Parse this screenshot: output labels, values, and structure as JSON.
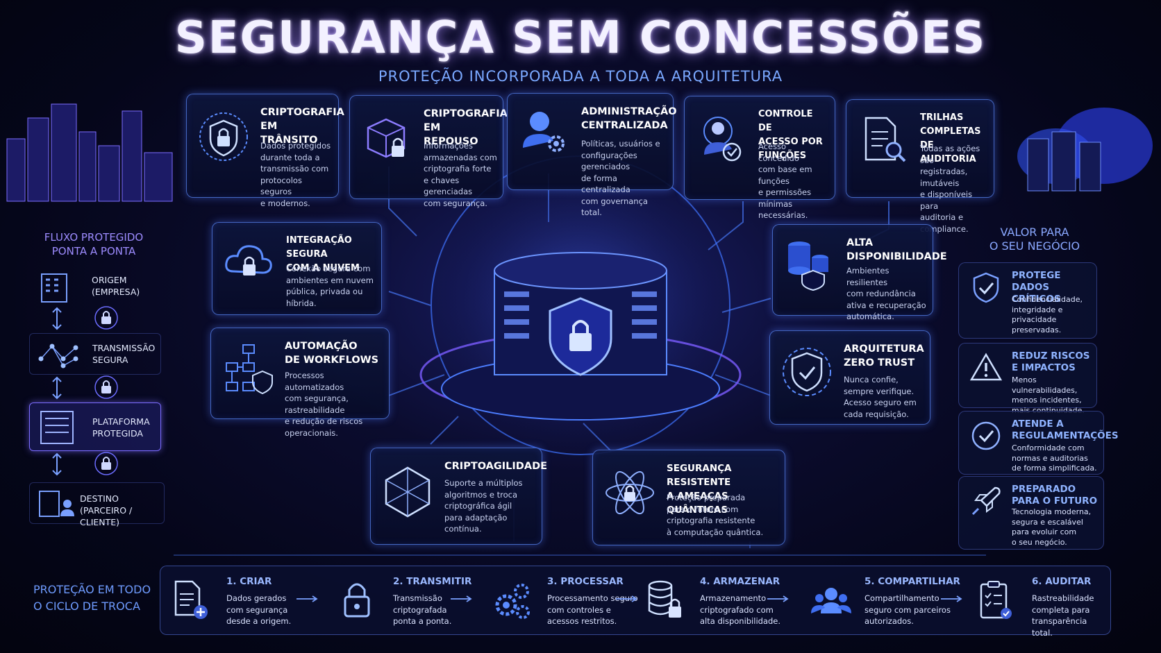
{
  "header": {
    "title": "SEGURANÇA SEM CONCESSÕES",
    "subtitle": "PROTEÇÃO INCORPORADA A TODA A ARQUITETURA"
  },
  "cards": {
    "transito": {
      "title_l1": "CRIPTOGRAFIA",
      "title_l2": "EM TRÂNSITO",
      "d1": "Dados protegidos",
      "d2": "durante toda a",
      "d3": "transmissão com",
      "d4": "protocolos seguros",
      "d5": "e modernos."
    },
    "repouso": {
      "title_l1": "CRIPTOGRAFIA",
      "title_l2": "EM REPOUSO",
      "d1": "Informações",
      "d2": "armazenadas com",
      "d3": "criptografia forte",
      "d4": "e chaves gerenciadas",
      "d5": "com segurança."
    },
    "admin": {
      "title_l1": "ADMINISTRAÇÃO",
      "title_l2": "CENTRALIZADA",
      "d1": "Políticas, usuários e",
      "d2": "configurações gerenciados",
      "d3": "de forma centralizada",
      "d4": "com governança total."
    },
    "rbac": {
      "title_l1": "CONTROLE DE",
      "title_l2": "ACESSO POR FUNÇÕES",
      "d1": "Acesso concedido",
      "d2": "com base em funções",
      "d3": "e permissões mínimas",
      "d4": "necessárias."
    },
    "audit": {
      "title_l1": "TRILHAS COMPLETAS",
      "title_l2": "DE AUDITORIA",
      "d1": "Todas as ações são",
      "d2": "registradas, imutáveis",
      "d3": "e disponíveis para",
      "d4": "auditoria e compliance."
    },
    "nuvem": {
      "title_l1": "INTEGRAÇÃO SEGURA",
      "title_l2": "COM A NUVEM",
      "d1": "Conexão segura com",
      "d2": "ambientes em nuvem",
      "d3": "pública, privada ou",
      "d4": "híbrida."
    },
    "automacao": {
      "title_l1": "AUTOMAÇÃO",
      "title_l2": "DE WORKFLOWS",
      "d1": "Processos automatizados",
      "d2": "com segurança, rastreabilidade",
      "d3": "e redução de riscos",
      "d4": "operacionais."
    },
    "cripto": {
      "title_l1": "CRIPTOAGILIDADE",
      "d1": "Suporte a múltiplos",
      "d2": "algoritmos e troca",
      "d3": "criptográfica ágil",
      "d4": "para adaptação",
      "d5": "contínua."
    },
    "quantica": {
      "title_l1": "SEGURANÇA RESISTENTE",
      "title_l2": "A AMEAÇAS QUÂNTICAS",
      "d1": "Proteção preparada",
      "d2": "para o futuro com",
      "d3": "criptografia resistente",
      "d4": "à computação quântica."
    },
    "disponib": {
      "title_l1": "ALTA",
      "title_l2": "DISPONIBILIDADE",
      "d1": "Ambientes resilientes",
      "d2": "com redundância",
      "d3": "ativa e recuperação",
      "d4": "automática."
    },
    "zerotrust": {
      "title_l1": "ARQUITETURA",
      "title_l2": "ZERO TRUST",
      "d1": "Nunca confie,",
      "d2": "sempre verifique.",
      "d3": "Acesso seguro em",
      "d4": "cada requisição."
    }
  },
  "flow": {
    "title_l1": "FLUXO PROTEGIDO",
    "title_l2": "PONTA A PONTA",
    "items": [
      {
        "l1": "ORIGEM",
        "l2": "(EMPRESA)"
      },
      {
        "l1": "TRANSMISSÃO",
        "l2": "SEGURA"
      },
      {
        "l1": "PLATAFORMA",
        "l2": "PROTEGIDA"
      },
      {
        "l1": "DESTINO",
        "l2": "(PARCEIRO / CLIENTE)"
      }
    ]
  },
  "value": {
    "title_l1": "VALOR PARA",
    "title_l2": "O SEU NEGÓCIO",
    "items": [
      {
        "t1": "PROTEGE DADOS",
        "t2": "CRÍTICOS",
        "d1": "Confidencialidade,",
        "d2": "integridade e",
        "d3": "privacidade",
        "d4": "preservadas."
      },
      {
        "t1": "REDUZ RISCOS",
        "t2": "E IMPACTOS",
        "d1": "Menos vulnerabilidades,",
        "d2": "menos incidentes,",
        "d3": "mais continuidade."
      },
      {
        "t1": "ATENDE A",
        "t2": "REGULAMENTAÇÕES",
        "d1": "Conformidade com",
        "d2": "normas e auditorias",
        "d3": "de forma simplificada."
      },
      {
        "t1": "PREPARADO",
        "t2": "PARA O FUTURO",
        "d1": "Tecnologia moderna,",
        "d2": "segura e escalável",
        "d3": "para evoluir com",
        "d4": "o seu negócio."
      }
    ]
  },
  "cycle": {
    "title_l1": "PROTEÇÃO EM TODO",
    "title_l2": "O CICLO DE TROCA",
    "steps": [
      {
        "t": "1. CRIAR",
        "d1": "Dados gerados",
        "d2": "com segurança",
        "d3": "desde a origem."
      },
      {
        "t": "2. TRANSMITIR",
        "d1": "Transmissão",
        "d2": "criptografada",
        "d3": "ponta a ponta."
      },
      {
        "t": "3. PROCESSAR",
        "d1": "Processamento seguro",
        "d2": "com controles e",
        "d3": "acessos restritos."
      },
      {
        "t": "4. ARMAZENAR",
        "d1": "Armazenamento",
        "d2": "criptografado com",
        "d3": "alta disponibilidade."
      },
      {
        "t": "5. COMPARTILHAR",
        "d1": "Compartilhamento",
        "d2": "seguro com parceiros",
        "d3": "autorizados."
      },
      {
        "t": "6. AUDITAR",
        "d1": "Rastreabilidade",
        "d2": "completa para",
        "d3": "transparência total."
      }
    ]
  },
  "colors": {
    "accent": "#5b8cff",
    "violet": "#9d7bff",
    "bg": "#05061a"
  }
}
